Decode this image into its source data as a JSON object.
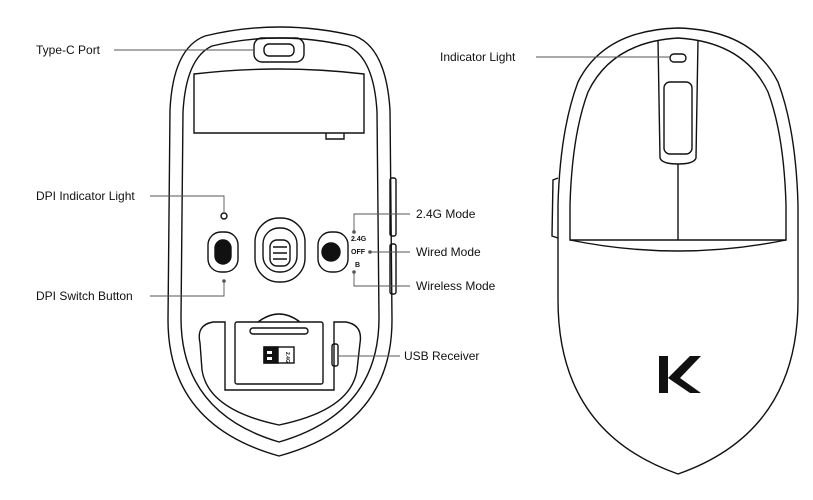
{
  "callouts": {
    "type_c_port": "Type-C Port",
    "dpi_indicator_light": "DPI Indicator Light",
    "dpi_switch_button": "DPI Switch Button",
    "mode_24g": "2.4G Mode",
    "wired_mode": "Wired Mode",
    "wireless_mode": "Wireless Mode",
    "usb_receiver": "USB Receiver",
    "indicator_light": "Indicator Light"
  },
  "switch_marks": {
    "top": "2.4G",
    "middle": "OFF",
    "bottom": "B"
  },
  "receiver_mark": "2.4G",
  "logo_letter": "K"
}
